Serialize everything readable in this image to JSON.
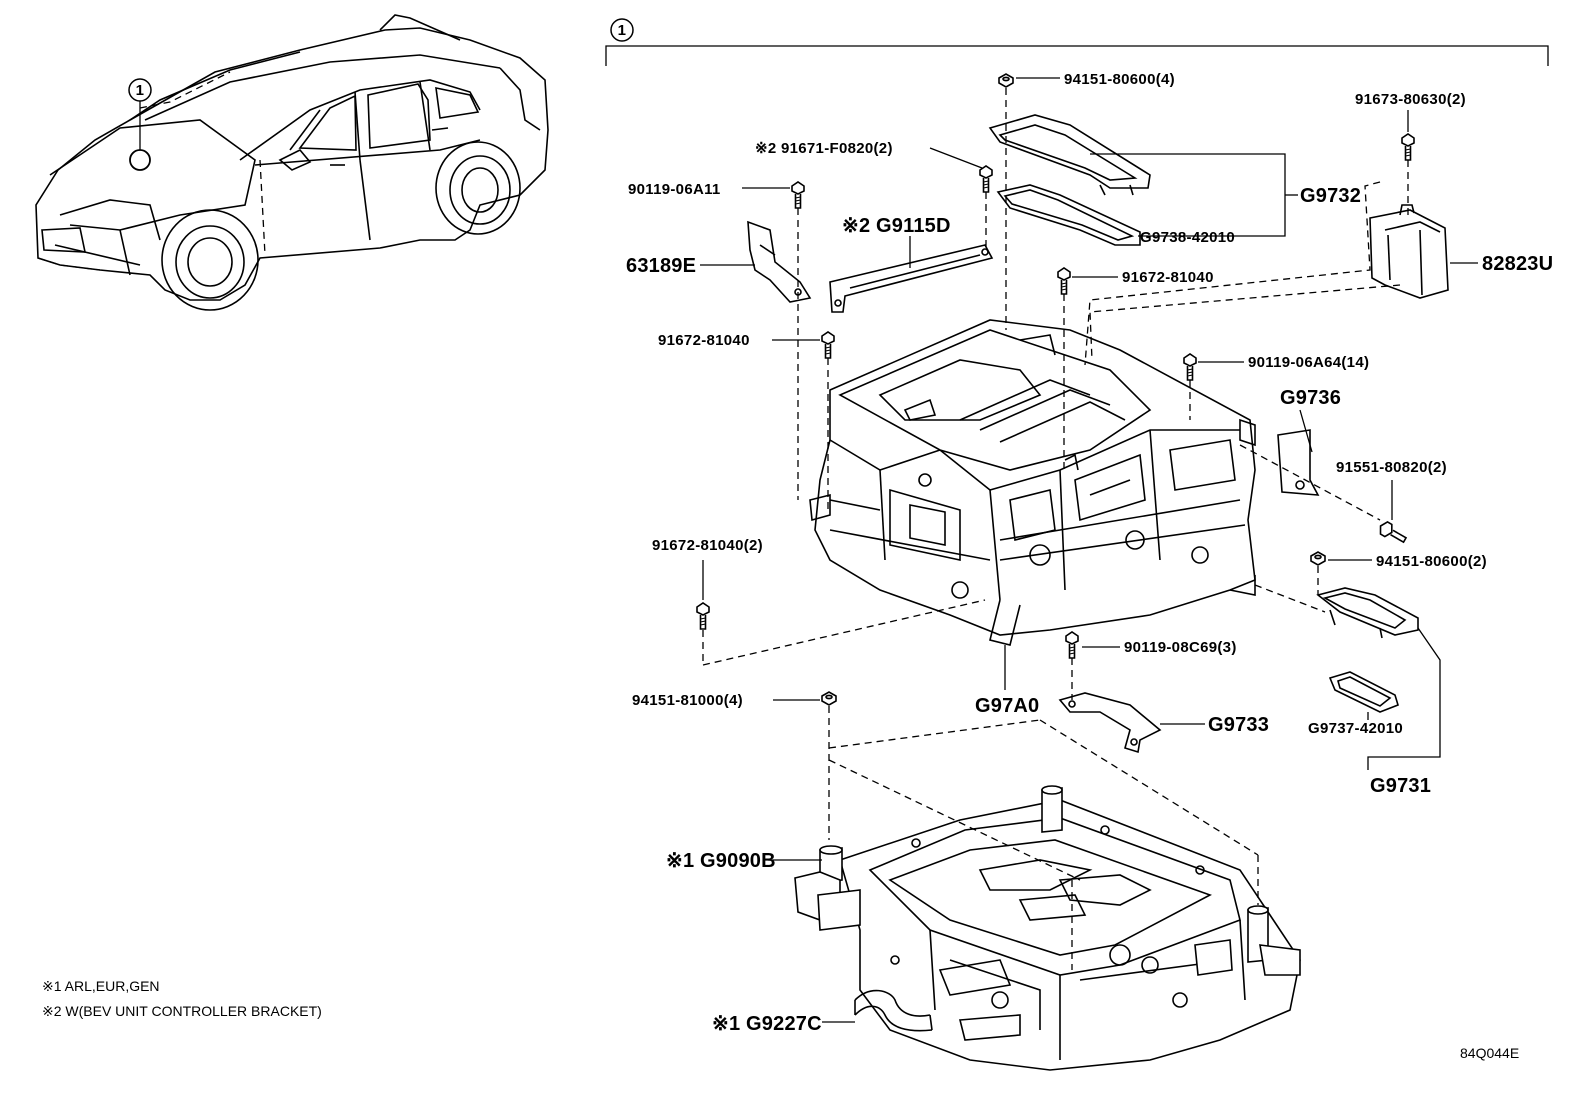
{
  "callouts": {
    "vehicle_ref": "1",
    "assembly_ref": "1"
  },
  "labels": {
    "p94151_80600_4": "94151-80600(4)",
    "p91673_80630_2": "91673-80630(2)",
    "p91671_F0820_2": "※2 91671-F0820(2)",
    "p90119_06A11": "90119-06A11",
    "g9732": "G9732",
    "g9115d": "※2 G9115D",
    "p63189e": "63189E",
    "g9738_42010": "G9738-42010",
    "p82823u": "82823U",
    "p91672_81040_top": "91672-81040",
    "p91672_81040_left": "91672-81040",
    "p90119_06A64_14": "90119-06A64(14)",
    "g9736": "G9736",
    "p91551_80820_2": "91551-80820(2)",
    "p91672_81040_2": "91672-81040(2)",
    "p94151_80600_2": "94151-80600(2)",
    "p90119_08C69_3": "90119-08C69(3)",
    "p94151_81000_4": "94151-81000(4)",
    "g97a0": "G97A0",
    "g9733": "G9733",
    "g9737_42010": "G9737-42010",
    "g9731": "G9731",
    "g9090b": "※1 G9090B",
    "g9227c": "※1 G9227C"
  },
  "notes": {
    "note1": "※1 ARL,EUR,GEN",
    "note2": "※2 W(BEV UNIT CONTROLLER BRACKET)"
  },
  "diagram_code": "84Q044E"
}
